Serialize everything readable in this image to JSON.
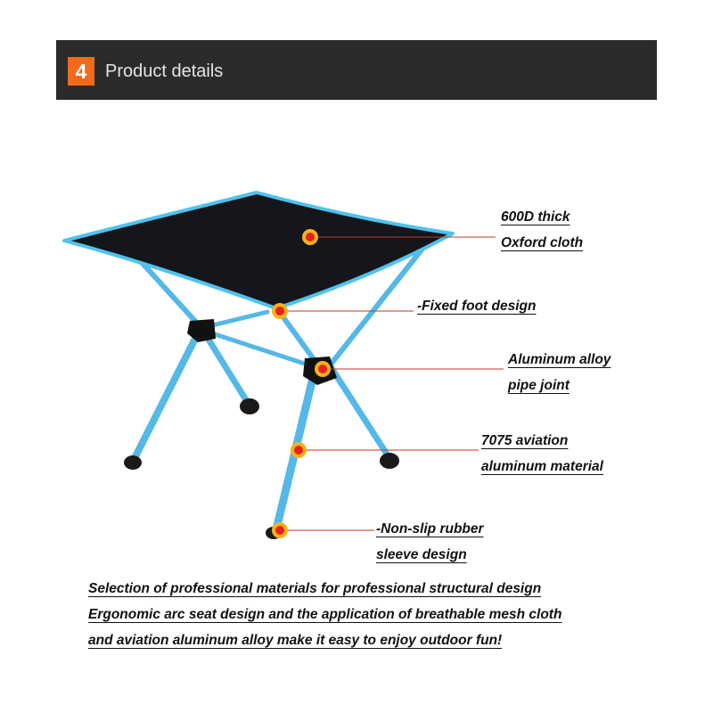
{
  "banner": {
    "number": "4",
    "title": "Product details"
  },
  "callouts": [
    {
      "lines": [
        "600D thick",
        "Oxford cloth"
      ]
    },
    {
      "lines": [
        "-Fixed foot design"
      ]
    },
    {
      "lines": [
        "Aluminum alloy",
        "pipe joint"
      ]
    },
    {
      "lines": [
        "7075 aviation",
        "aluminum material"
      ]
    },
    {
      "lines": [
        "-Non-slip rubber",
        "sleeve design"
      ]
    }
  ],
  "summary": [
    "Selection of professional materials for professional structural design",
    "Ergonomic arc seat design and the application of breathable mesh cloth",
    "and aviation aluminum alloy make it easy to enjoy outdoor fun!"
  ],
  "colors": {
    "banner_background": "#2a2b2d",
    "badge": "#f26a1b",
    "banner_text": "#e6e6e6",
    "tabletop": "#14161b",
    "tabletop_trim": "#4fc3ec",
    "frame": "#55b8e6",
    "joint": "#111111",
    "callout_dot": "#e8201b",
    "callout_ring": "#f7b21a",
    "leader_line": "#c0392b",
    "text": "#111111"
  }
}
